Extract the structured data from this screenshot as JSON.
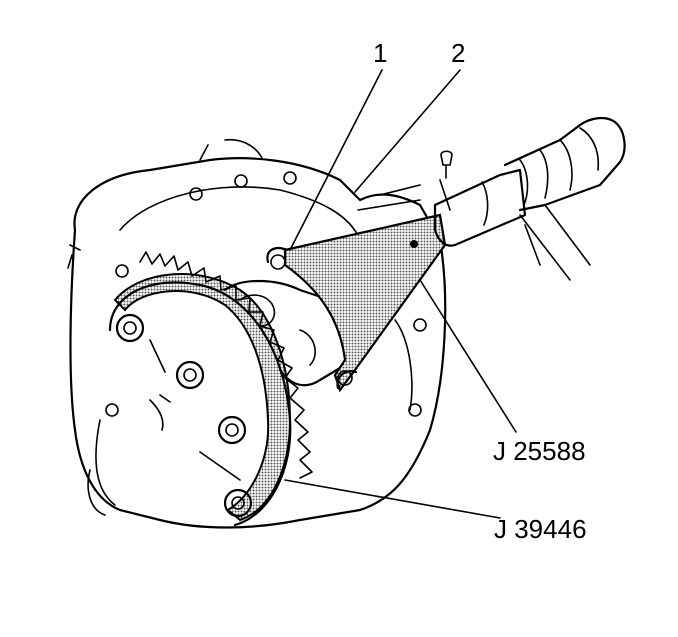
{
  "callouts": {
    "item_1": "1",
    "item_2": "2",
    "tool_a": "J 25588",
    "tool_b": "J 39446"
  },
  "colors": {
    "line": "#000000",
    "shading": "#8a8a8a",
    "background": "#ffffff"
  }
}
